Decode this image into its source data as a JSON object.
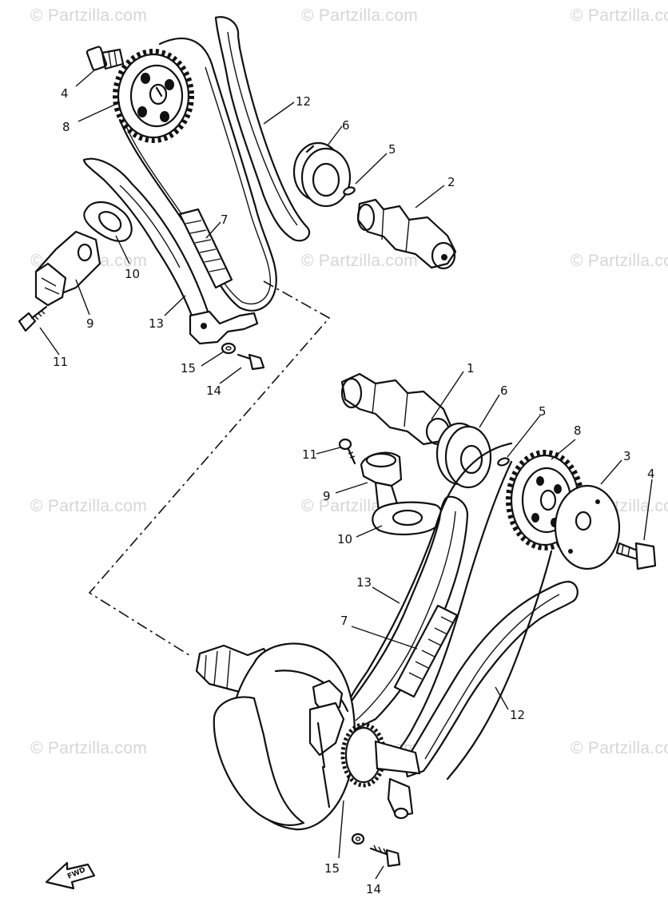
{
  "watermark": "© Partzilla.com",
  "fwd_label": "FWD",
  "callouts": {
    "top": {
      "c1": "4",
      "c2": "8",
      "c3": "12",
      "c4": "6",
      "c5": "5",
      "c6": "2",
      "c7": "7",
      "c8": "10",
      "c9": "9",
      "c10": "13",
      "c11": "11",
      "c12": "15",
      "c13": "14"
    },
    "bottom": {
      "c1": "1",
      "c2": "6",
      "c3": "5",
      "c4": "8",
      "c5": "3",
      "c6": "4",
      "c7": "11",
      "c8": "9",
      "c9": "10",
      "c10": "13",
      "c11": "7",
      "c12": "12",
      "c13": "15",
      "c14": "14"
    }
  }
}
